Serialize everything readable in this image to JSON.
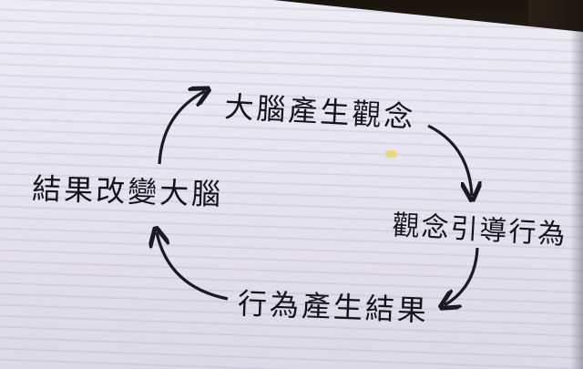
{
  "cycle": {
    "top": "大腦產生觀念",
    "right": "觀念引導行為",
    "bottom": "行為產生結果",
    "left": "結果改變大腦"
  },
  "colors": {
    "screen": "#e8e6f0",
    "text": "#141418",
    "arrow": "#1a1a22"
  },
  "icons": [
    "arrow-top-to-right",
    "arrow-right-to-bottom",
    "arrow-bottom-to-left",
    "arrow-left-to-top"
  ]
}
